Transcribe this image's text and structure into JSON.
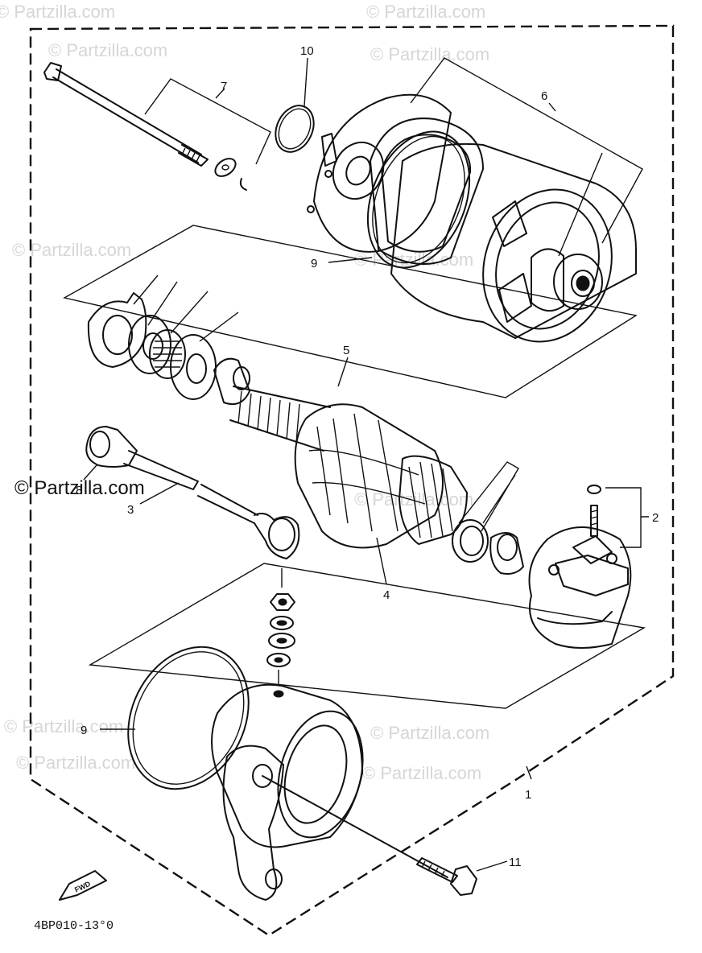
{
  "callouts": {
    "c1": "1",
    "c2": "2",
    "c3": "3",
    "c4": "4",
    "c5": "5",
    "c6": "6",
    "c7": "7",
    "c8": "8",
    "c9a": "9",
    "c9b": "9",
    "c10": "10",
    "c11": "11"
  },
  "drawing_code": "4BP010-13°0",
  "fwd_label": "FWD",
  "watermark": {
    "main": "© Partzilla.com",
    "faint": "© Partzilla.com"
  }
}
